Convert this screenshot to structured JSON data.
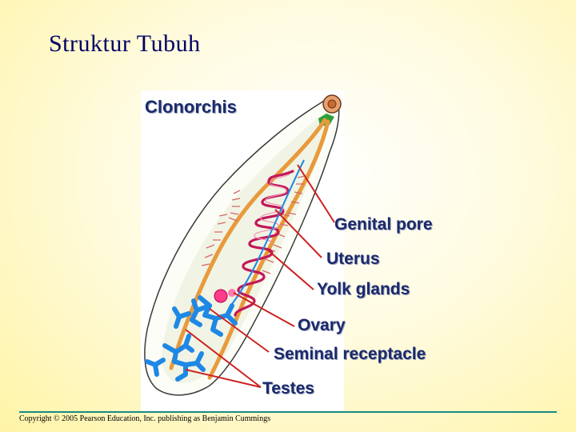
{
  "slide": {
    "title": "Struktur Tubuh"
  },
  "figure": {
    "genus": "Clonorchis",
    "labels": {
      "genital_pore": "Genital pore",
      "uterus": "Uterus",
      "yolk_glands": "Yolk glands",
      "ovary": "Ovary",
      "seminal_receptacle": "Seminal receptacle",
      "testes": "Testes"
    }
  },
  "footer": {
    "copyright": "Copyright © 2005 Pearson Education, Inc. publishing as Benjamin Cummings"
  },
  "colors": {
    "title": "#000066",
    "label": "#1a2a6c",
    "leader_line": "#cc2222",
    "gut": "#e89a3c",
    "uterus": "#c2185b",
    "yolk_glands": "#d46a6a",
    "testes": "#1e88e5",
    "ovary": "#ff3d8a",
    "body_outline": "#3a3a3a"
  }
}
